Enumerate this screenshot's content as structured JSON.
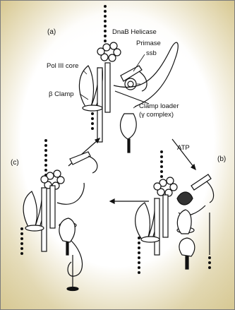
{
  "figure": {
    "panel_labels": {
      "a": "(a)",
      "b": "(b)",
      "c": "(c)"
    },
    "labels": {
      "helicase": "DnaB Helicase",
      "primase": "Primase",
      "ssb": "ssb",
      "pol3": "Pol III core",
      "clamp": "β Clamp",
      "loader_1": "Clamp loader",
      "loader_2": "(γ complex)",
      "atp": "ATP"
    },
    "colors": {
      "background_gradient_start": "#ffffff",
      "background_gradient_end": "#c9b66f",
      "ink": "#111111",
      "frame": "#7c7c7c"
    }
  }
}
